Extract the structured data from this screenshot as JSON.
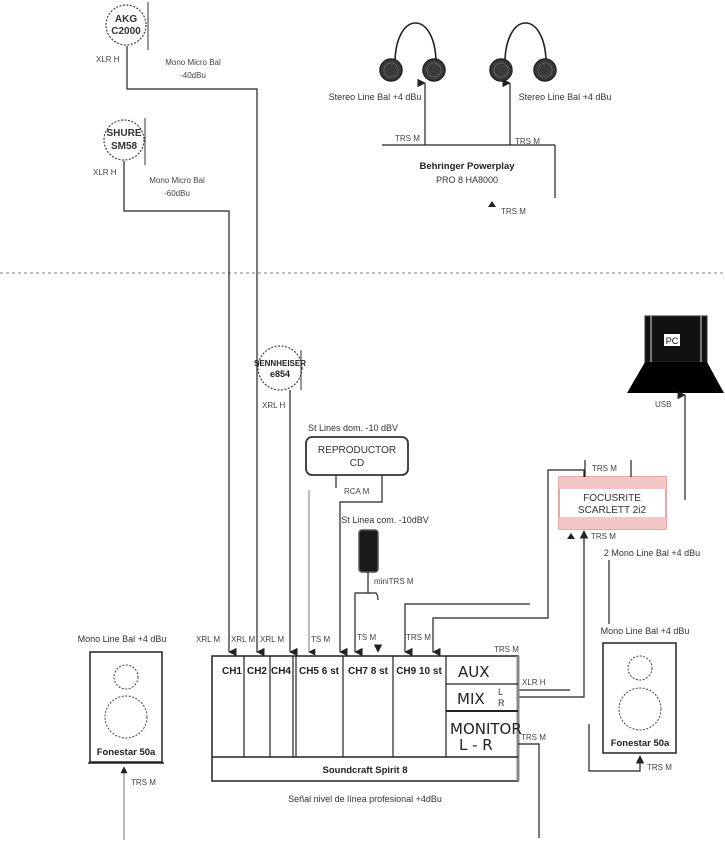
{
  "title": "Audio signal flow diagram - Soundcraft Spirit 8 setup",
  "microphones": [
    {
      "id": "akg",
      "name_line1": "AKG",
      "name_line2": "C2000",
      "connector": "XLR H",
      "signal_line1": "Mono Micro Bal",
      "signal_line2": "-40dBu"
    },
    {
      "id": "shure",
      "name_line1": "SHURE",
      "name_line2": "SM58",
      "connector": "XLR H",
      "signal_line1": "Mono Micro Bal",
      "signal_line2": "-60dBu"
    },
    {
      "id": "sennheiser",
      "name_line1": "SENNHEISER",
      "name_line2": "e854",
      "connector": "XRL H"
    }
  ],
  "headphones": [
    {
      "label": "Stereo Line Bal +4 dBu"
    },
    {
      "label": "Stereo Line Bal +4 dBu"
    }
  ],
  "headphone_amp": {
    "name_line1": "Behringer Powerplay",
    "name_line2": "PRO 8 HA8000",
    "out_left": "TRS M",
    "out_right": "TRS M",
    "input": "TRS M"
  },
  "cd_player": {
    "signal": "St Lines dom. -10 dBV",
    "name_line1": "REPRODUCTOR",
    "name_line2": "CD",
    "connector": "RCA M"
  },
  "portable_device": {
    "signal": "St Linea com. -10dBV",
    "connector": "miniTRS M"
  },
  "pc": {
    "label": "PC",
    "connector": "USB"
  },
  "interface": {
    "name_line1": "FOCUSRITE",
    "name_line2": "SCARLETT 2i2",
    "in_top": "TRS M",
    "in_bottom": "TRS M",
    "signal": "2 Mono Line Bal +4 dBu",
    "accent_color": "#f4c7c7",
    "border_color": "#d96c6c"
  },
  "mixer": {
    "name": "Soundcraft Spirit 8",
    "channels": [
      "CH1",
      "CH2",
      "CH4",
      "CH5 6 st",
      "CH7 8 st",
      "CH9 10 st"
    ],
    "input_labels": [
      "XRL M",
      "XRL M",
      "XRL M",
      "TS M",
      "TS M",
      "TRS M"
    ],
    "aux_label": "AUX",
    "mix_label": "MIX",
    "mix_lr_l": "L",
    "mix_lr_r": "R",
    "monitor_line1": "MONITOR",
    "monitor_line2": "L - R",
    "aux_connector": "TRS M",
    "mix_connector": "XLR H",
    "monitor_connector": "TRS M",
    "caption": "Señal nivel de línea profesional +4dBu"
  },
  "speakers": [
    {
      "id": "left",
      "signal": "Mono Line Bal +4 dBu",
      "name": "Fonestar 50a",
      "connector": "TRS M"
    },
    {
      "id": "right",
      "signal": "Mono Line Bal +4 dBu",
      "name": "Fonestar 50a",
      "connector": "TRS M"
    }
  ]
}
